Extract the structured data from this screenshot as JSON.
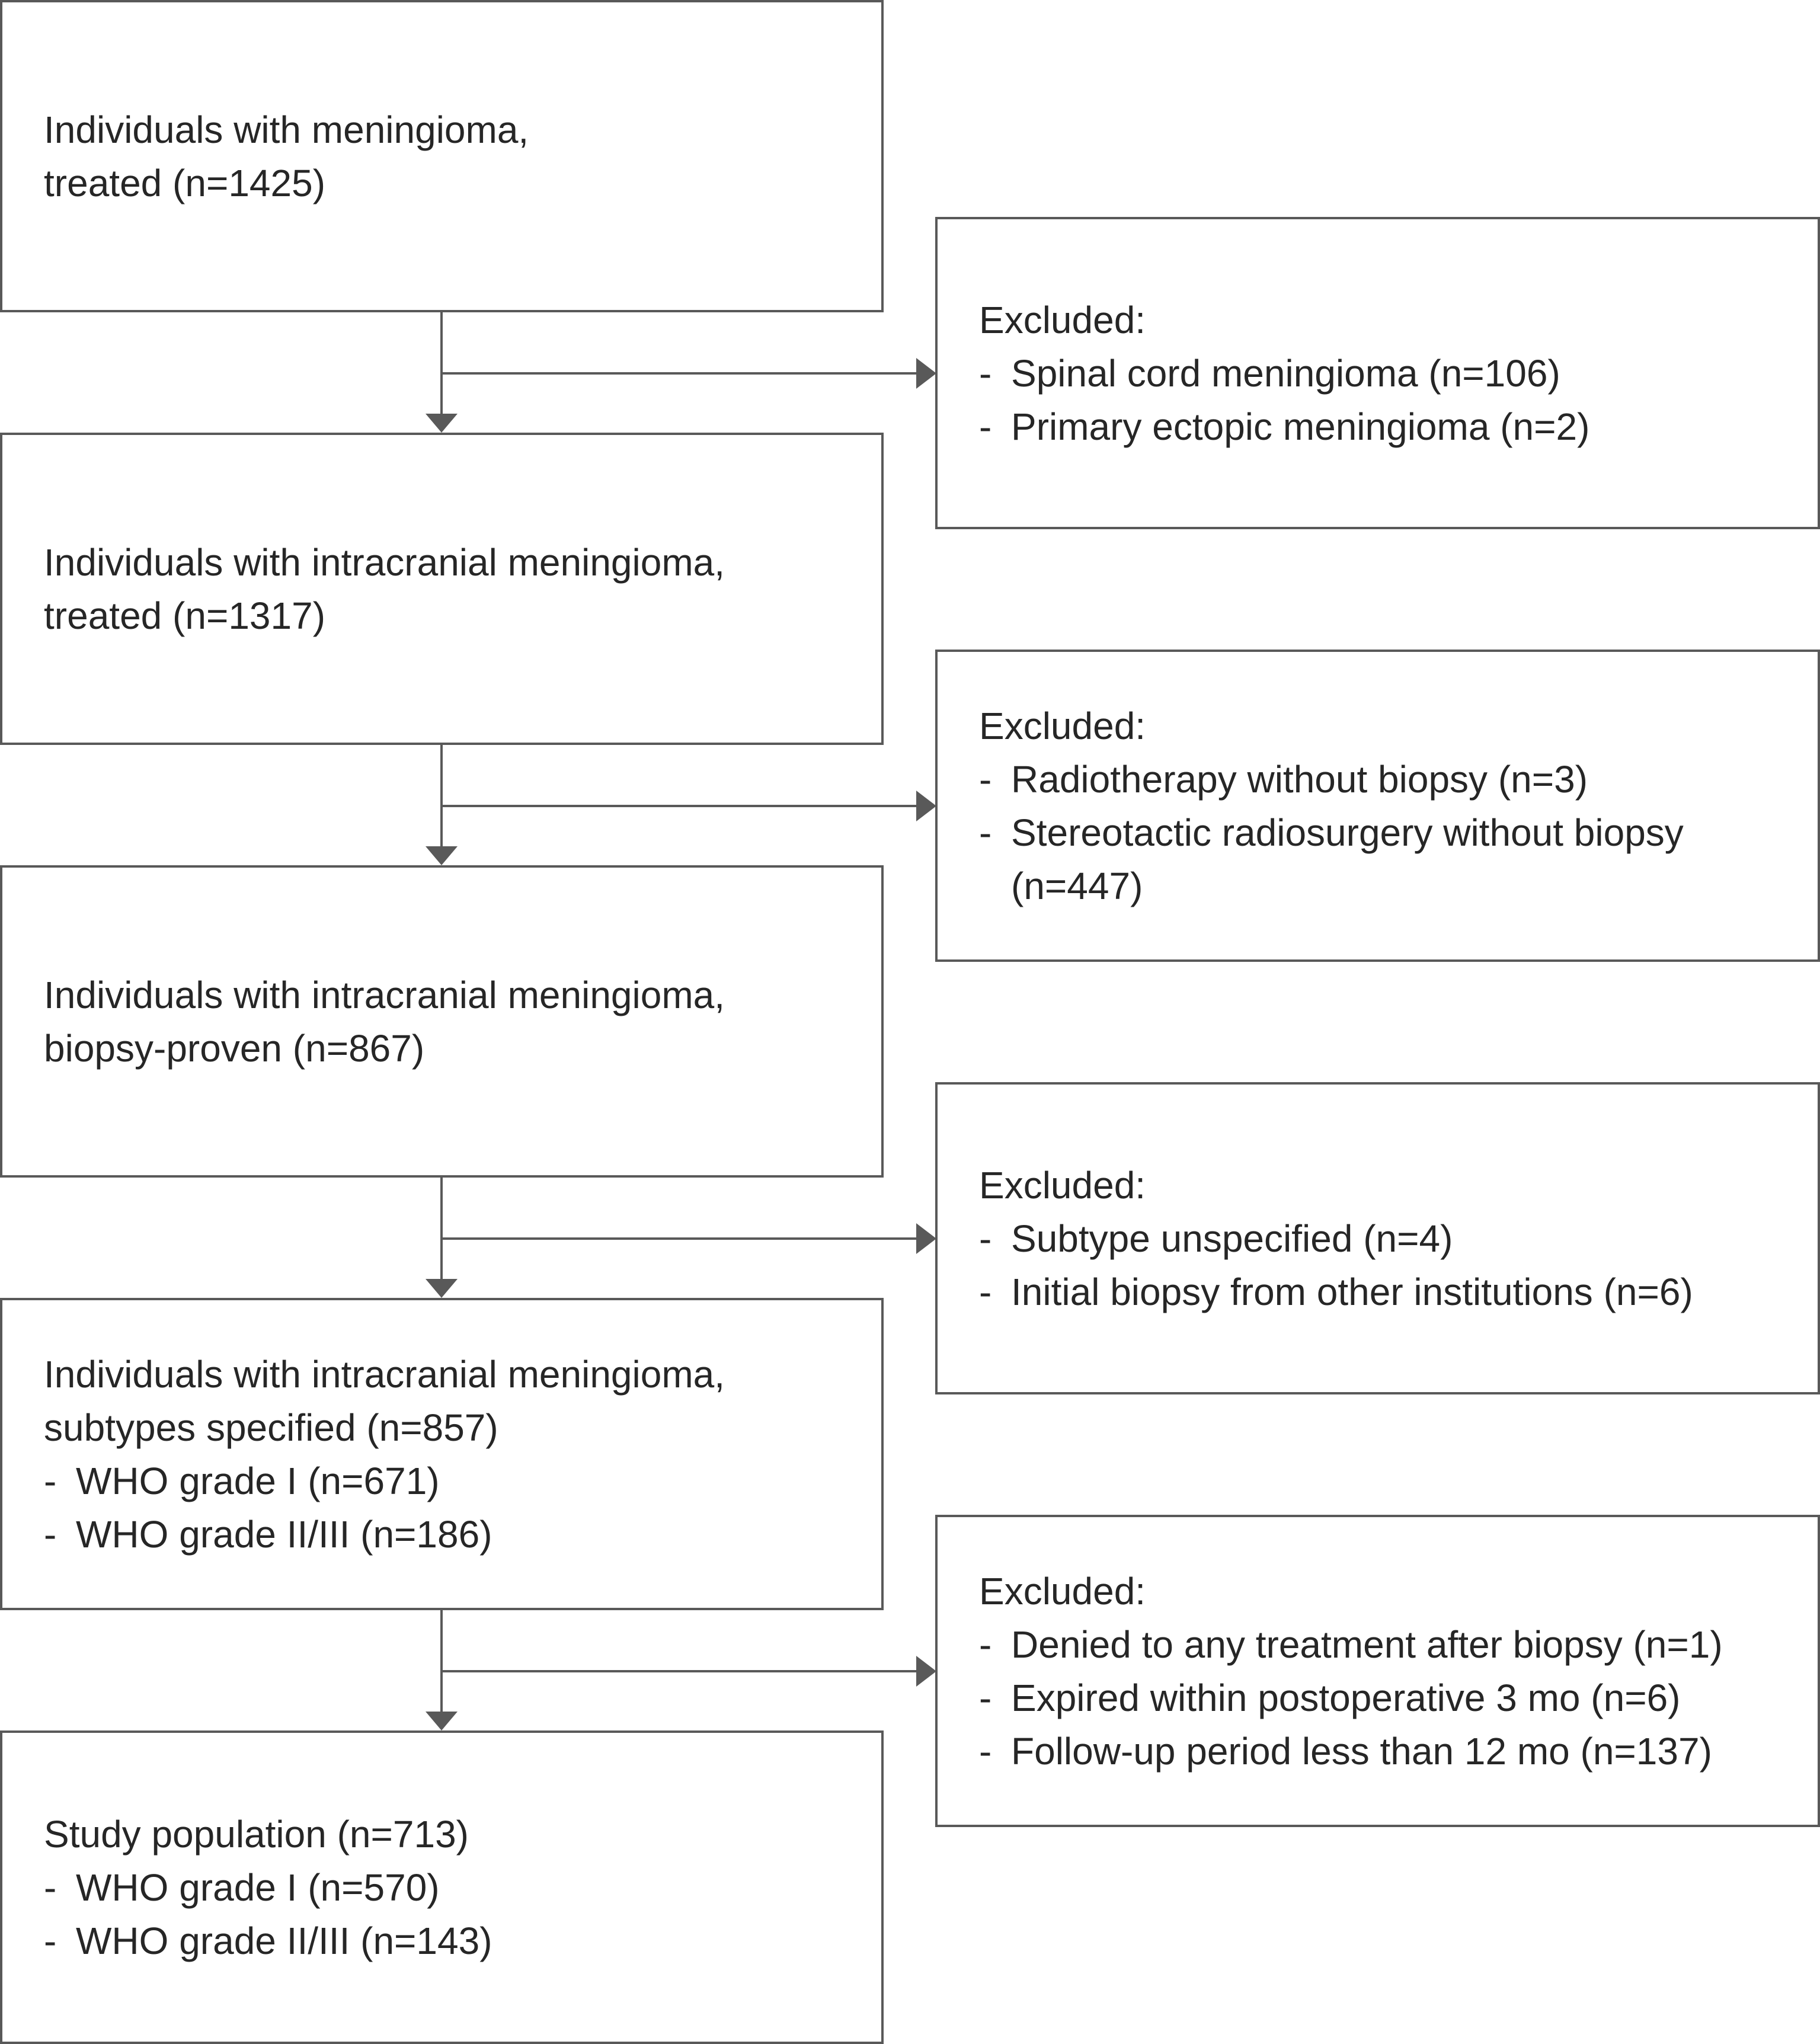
{
  "main_boxes": [
    {
      "lines": [
        "Individuals with meningioma,",
        "treated (n=1425)"
      ],
      "items": []
    },
    {
      "lines": [
        "Individuals with intracranial meningioma,",
        "treated (n=1317)"
      ],
      "items": []
    },
    {
      "lines": [
        "Individuals with intracranial meningioma,",
        "biopsy-proven (n=867)"
      ],
      "items": []
    },
    {
      "lines": [
        "Individuals with intracranial meningioma,",
        "subtypes specified (n=857)"
      ],
      "items": [
        "WHO grade I (n=671)",
        "WHO grade II/III (n=186)"
      ]
    },
    {
      "lines": [
        "Study population (n=713)"
      ],
      "items": [
        "WHO grade I (n=570)",
        "WHO grade II/III (n=143)"
      ]
    }
  ],
  "excluded_boxes": [
    {
      "heading": "Excluded:",
      "items": [
        "Spinal cord meningioma (n=106)",
        "Primary ectopic meningioma (n=2)"
      ]
    },
    {
      "heading": "Excluded:",
      "items": [
        "Radiotherapy without biopsy (n=3)",
        "Stereotactic radiosurgery without biopsy (n=447)"
      ]
    },
    {
      "heading": "Excluded:",
      "items": [
        "Subtype unspecified (n=4)",
        "Initial biopsy from other institutions (n=6)"
      ]
    },
    {
      "heading": "Excluded:",
      "items": [
        "Denied to any treatment after biopsy (n=1)",
        "Expired within postoperative 3 mo (n=6)",
        "Follow-up period less than 12 mo (n=137)"
      ]
    }
  ],
  "bullet_char": "-",
  "colors": {
    "border": "#595959",
    "text": "#262626",
    "background": "#ffffff"
  }
}
